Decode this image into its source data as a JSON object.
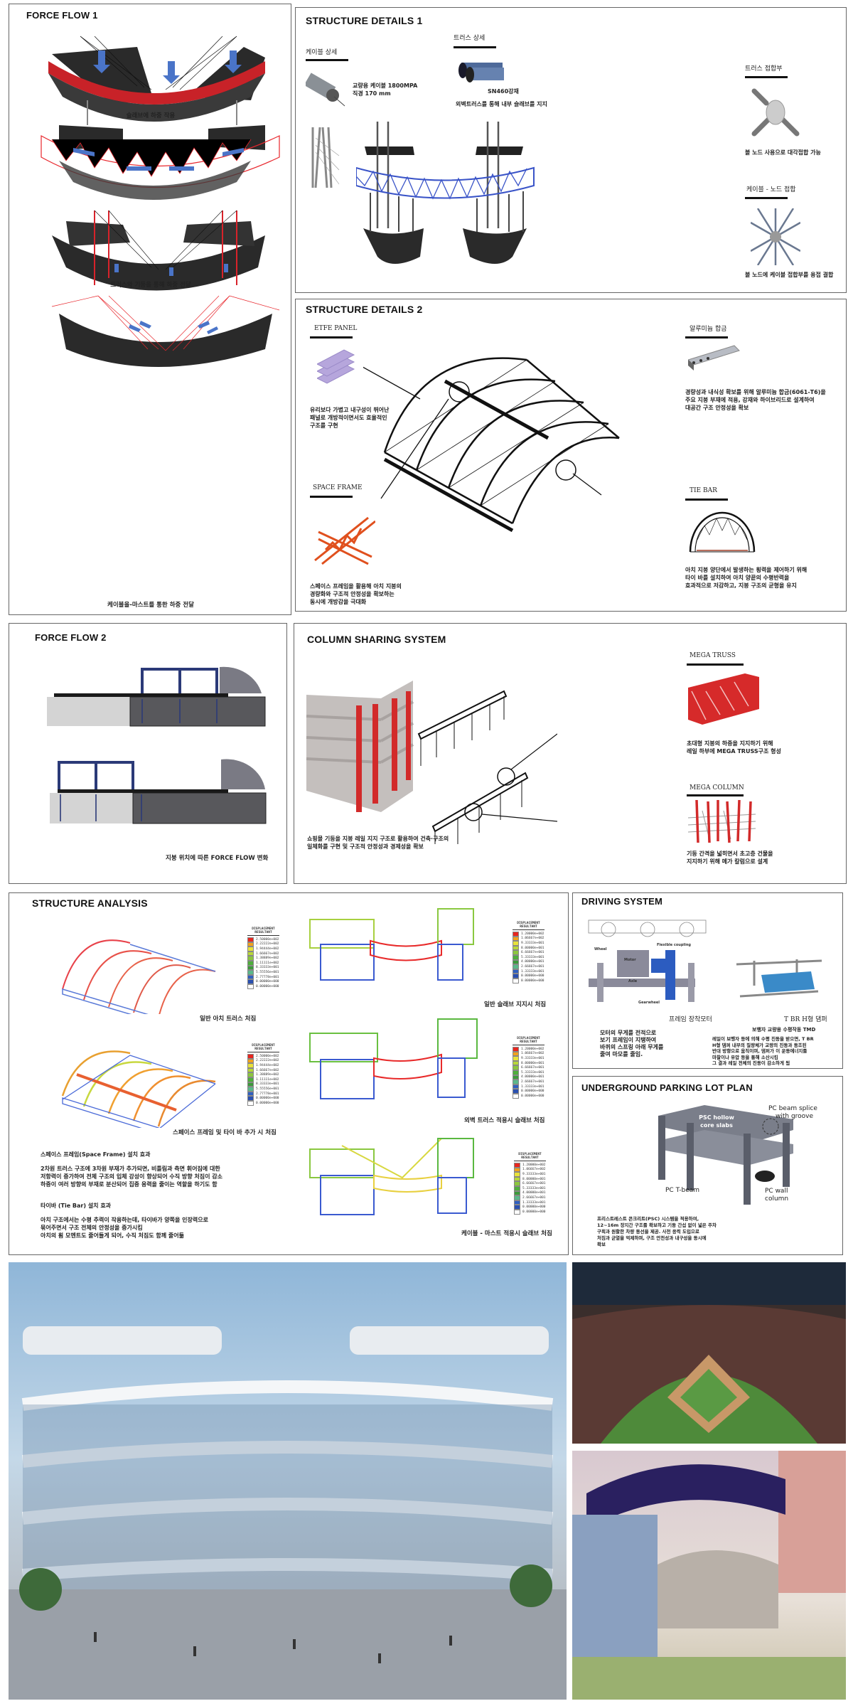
{
  "force_flow_1": {
    "title": "FORCE FLOW  1",
    "captions": [
      "슬래브에 하중 작용",
      "트러스와 기둥을 통해 하중 전달",
      "케이블을-마스트를 통한 하중 전달"
    ]
  },
  "structure_details_1": {
    "title": "STRUCTURE DETAILS 1",
    "cable": {
      "label": "케이블 상세",
      "text_1": "교량용 케이블 1800MPA",
      "text_2": "직경 170 mm"
    },
    "truss": {
      "label": "트러스 상세",
      "material": "SN460강재",
      "text": "외벽트러스를 통해 내부 슬래브를 지지"
    },
    "truss_joint": {
      "label": "트러스 접합부",
      "text": "볼 노드 사용으로 대각접합 가능"
    },
    "cable_node": {
      "label": "케이블 - 노드 접합",
      "text": "볼 노드에 케이블 접합부를 용접 결합"
    }
  },
  "structure_details_2": {
    "title": "STRUCTURE DETAILS 2",
    "etfe": {
      "label": "ETFE PANEL",
      "text": [
        " 유리보다 가볍고 내구성이 뛰어난",
        "패널로  개방적이면서도  효율적인",
        "구조를 구현"
      ]
    },
    "aluminum": {
      "label": "알루미늄 합금",
      "text": [
        "경량성과 내식성 확보를 위해 알루미늄 합금(6061-T6)을",
        "주요 지붕 부재에 적용, 강재와 하이브리드로 설계하여",
        "대공간 구조 안정성을 확보"
      ]
    },
    "space_frame": {
      "label": "SPACE FRAME",
      "text": [
        "스페이스 프레임을 활용해 아치 지붕의",
        "경량화와  구조적  안정성을  확보하는",
        "동시에 개방감을 극대화"
      ]
    },
    "tie_bar": {
      "label": "TIE BAR",
      "text": [
        "아치 지붕 양단에서 발생하는 횡력을 제어하기 위해",
        "타이  바를  설치하여  아치  양끝의  수평반력을",
        "효과적으로 저감하고, 지붕 구조의 균형을 유지"
      ]
    }
  },
  "force_flow_2": {
    "title": "FORCE FLOW 2",
    "caption": "지붕 위치에 따른 FORCE FLOW 변화"
  },
  "column_sharing": {
    "title": "COLUMN SHARING SYSTEM",
    "text": [
      "쇼핑몰 기둥을 지붕 레일 지지 구조로 활용하여 건축·구조의",
      "일체화를 구현 및 구조적 안정성과 경제성을 확보"
    ],
    "mega_truss": {
      "label": "MEGA TRUSS",
      "text": [
        "초대형  지붕의  하중을  지지하기  위해",
        "레일 하부에 MEGA TRUSS구조 형성"
      ]
    },
    "mega_column": {
      "label": "MEGA COLUMN",
      "text": [
        "기둥  간격을  넓히면서  초고층  건물을",
        "지지하기 위해 메가 칼럼으로 설계"
      ]
    }
  },
  "structure_analysis": {
    "title": "STRUCTURE ANALYSIS",
    "captions": [
      "일반 아치 트러스 처짐",
      "스페이스 프레임 및 타이 바 추가 시 처짐",
      "일반 슬래브 지지시 처짐",
      "외벽 트러스 적용시 슬래브 처짐",
      "케이블 - 마스트 적용시 슬래브 처짐"
    ],
    "space_frame_effect": {
      "heading": "스페이스 프레임(Space Frame) 설치 효과",
      "text": [
        "2차원 트러스 구조에 3차원 부재가 추가되면, 비틀림과 측면 휘어짐에 대한",
        "저항력이 증가하여 전체 구조의 입체 강성이 향상되어 수직 방향 처짐이 감소",
        "하중이 여러 방향의 부재로 분산되어 집중 응력을 줄이는 역할을 하기도 함"
      ]
    },
    "tie_bar_effect": {
      "heading": "타이바 (Tie Bar) 설치 효과",
      "text": [
        "아치  구조에서는  수평  추력이  작용하는데,  타이바가  양쪽을  인장력으로",
        "묶어주면서 구조 전체의 안정성을 증가시킴",
        "아치의 휨 모멘트도 줄어들게 되어, 수직 처짐도 함께 줄어듦"
      ]
    },
    "legend_header": "DISPLACEMENT",
    "legend_sub": "RESULTANT",
    "legend_arch_values": [
      "2.50000e+002",
      "2.22222e+002",
      "1.94444e+002",
      "1.66667e+002",
      "1.38889e+002",
      "1.11111e+002",
      "8.33333e+001",
      "5.55556e+001",
      "2.77778e+001",
      "0.00000e+000",
      "0.00000e+000"
    ],
    "legend_slab_values": [
      "1.20000e+002",
      "1.06667e+002",
      "9.33333e+001",
      "8.00000e+001",
      "6.66667e+001",
      "5.33333e+001",
      "4.00000e+001",
      "2.66667e+001",
      "1.33333e+001",
      "0.00000e+000",
      "0.00000e+000"
    ],
    "legend_colors": [
      "#e8261f",
      "#f2a21c",
      "#e8e23a",
      "#b8d838",
      "#8cc63e",
      "#4fae3c",
      "#3c9a3a",
      "#5bb88a",
      "#3060c0",
      "#2a50b0",
      "#ffffff"
    ]
  },
  "driving_system": {
    "title": "DRIVING SYSTEM",
    "diagram_labels": {
      "wheel": "Wheel",
      "motor": "Motor",
      "coupling": "Flexible coupling",
      "axle": "Axle",
      "gearwheel": "Gearwheel"
    },
    "motor_caption": "프레임 장착모터",
    "damper_caption": "T BR H형 댐퍼",
    "motor_text": [
      "모터의 무게를 전적으로",
      "보기 프레임이 지탱하여",
      "바퀴의 스프링 아래 무게를",
      "줄여 마모를 줄임."
    ],
    "tmd_heading": "보행자 교량용 수평작동 TMD",
    "tmd_text": [
      "레일이 보행자 등에 의해 수평 진동을 받으면, T BR",
      "H형 댐퍼 내부의 질량체가 교량의 진동과 동조된",
      "반대 방향으로 움직이며, 댐퍼가 이 운동에너지를",
      "마찰이나 유압 등을 통해 소산시킴",
      "그 결과 레일 전체의 진동이 감소하게 됨"
    ]
  },
  "parking": {
    "title": "UNDERGROUND PARKING LOT PLAN",
    "labels": {
      "hollow": "PSC hollow core slabs",
      "splice_1": "PC beam splice",
      "splice_2": "with groove",
      "tbeam": "PC T-beam",
      "wall_1": "PC wall",
      "wall_2": "column"
    },
    "text": [
      "프리스트레스트 콘크리트(PSC) 시스템을 적용하여,",
      "12~16m 장지간 구조를 확보하고 기둥 간섭 없이 넓은 주차",
      "구획과 원활한 차량 동선을 제공. 사전 응력 도입으로",
      "처짐과 균열을 억제하며, 구조 안전성과 내구성을 동시에",
      "확보"
    ]
  },
  "colors": {
    "red": "#d8222a",
    "blue": "#3a5fc8",
    "dark": "#2a2a2a",
    "panel_border": "#666666"
  }
}
